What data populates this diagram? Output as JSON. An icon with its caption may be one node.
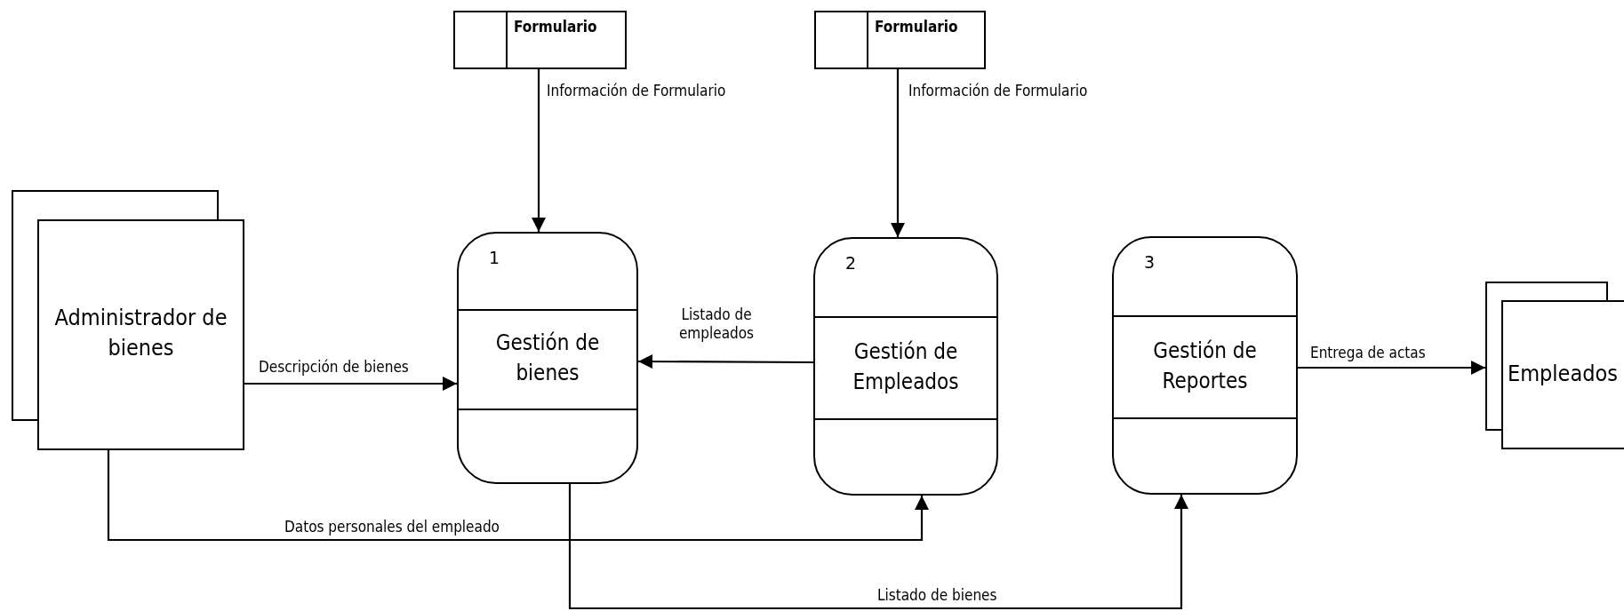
{
  "diagram": {
    "nodes": [
      {
        "text": [
          "Formulario"
        ]
      },
      {
        "text": [
          "Formulario"
        ]
      },
      {
        "text": [
          "Administrador de bienes"
        ]
      },
      {
        "text": [
          "1",
          "Gestión de bienes"
        ]
      },
      {
        "text": [
          "2",
          "Gestión de Empleados"
        ]
      },
      {
        "text": [
          "3",
          "Gestión de Reportes"
        ]
      },
      {
        "text": [
          "Empleados"
        ]
      }
    ],
    "edges": [
      {
        "from": 0,
        "to": 3,
        "arrow": "to",
        "label": "Información de Formulario"
      },
      {
        "from": 1,
        "to": 4,
        "arrow": "to",
        "label": "Información de Formulario"
      },
      {
        "from": 2,
        "to": 3,
        "arrow": "to",
        "label": "Descripción de bienes"
      },
      {
        "from": 4,
        "to": 3,
        "arrow": "to",
        "label": "Listado de empleados"
      },
      {
        "from": 2,
        "to": 4,
        "arrow": "to",
        "label": "Datos personales del empleado"
      },
      {
        "from": 3,
        "to": 5,
        "arrow": "to",
        "label": "Listado de bienes"
      },
      {
        "from": 5,
        "to": 6,
        "arrow": "to",
        "label": "Entrega de actas"
      }
    ]
  }
}
